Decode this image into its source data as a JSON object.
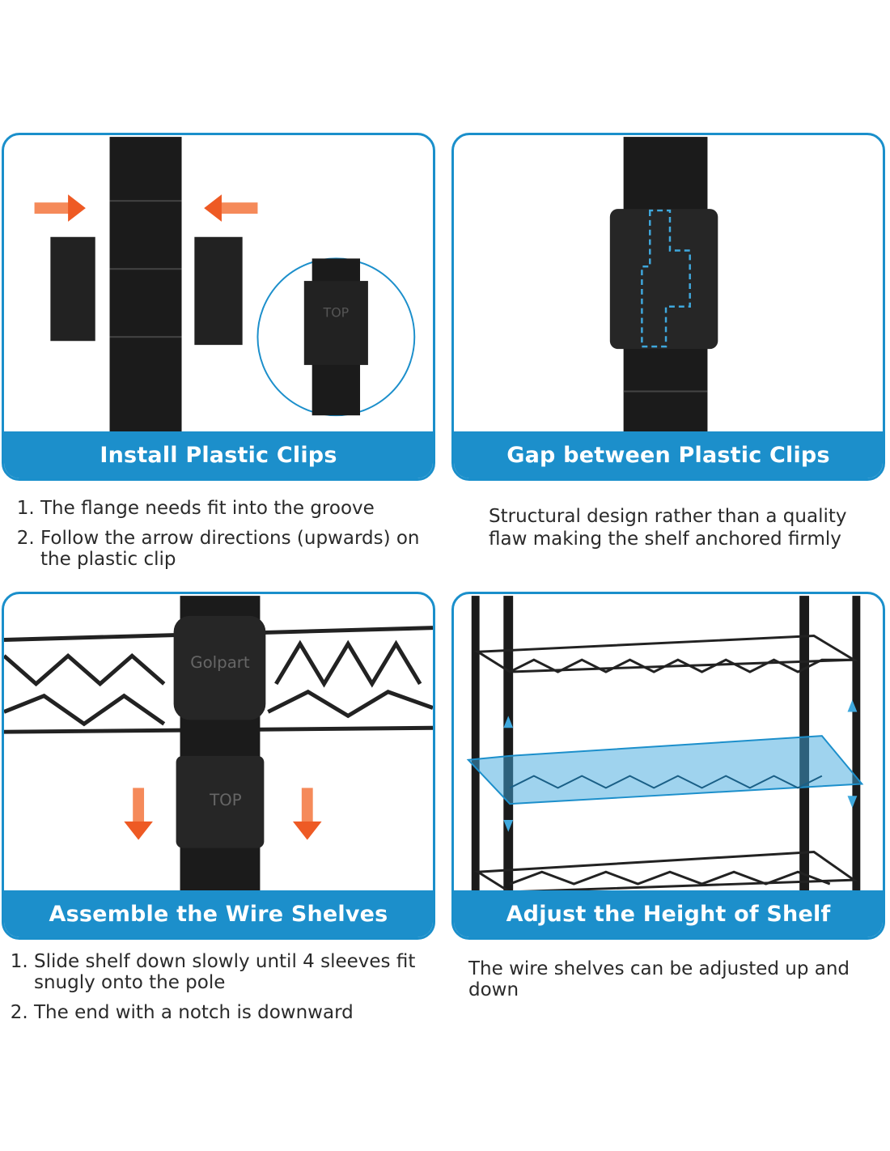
{
  "colors": {
    "accent": "#1c8fcb",
    "arrow": "#ee5a24",
    "pole": "#1b1b1b",
    "highlight": "#3fa8dd"
  },
  "panels": [
    {
      "title": "Install Plastic Clips",
      "image_text": "TOP",
      "items": [
        "The flange needs fit into the groove",
        "Follow the arrow directions (upwards)  on the plastic clip"
      ]
    },
    {
      "title": "Gap between Plastic Clips",
      "text": "Structural design rather than a quality flaw making the shelf anchored firmly"
    },
    {
      "title": "Assemble the Wire Shelves",
      "image_text": "TOP",
      "brand_text": "Golpart",
      "items": [
        "Slide shelf down slowly until 4 sleeves fit snugly onto the pole",
        "The end with a notch is downward"
      ]
    },
    {
      "title": "Adjust the Height of Shelf",
      "text": "The wire shelves can be adjusted up and down"
    }
  ]
}
